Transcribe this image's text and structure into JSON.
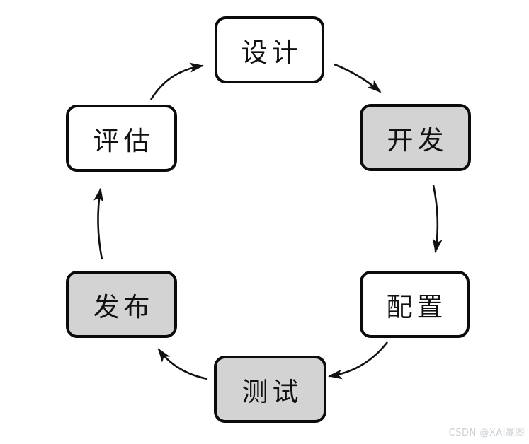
{
  "diagram": {
    "type": "cycle-flowchart",
    "nodes": [
      {
        "id": "design",
        "label": "设计",
        "fill": "#ffffff"
      },
      {
        "id": "develop",
        "label": "开发",
        "fill": "#d3d3d3"
      },
      {
        "id": "configure",
        "label": "配置",
        "fill": "#ffffff"
      },
      {
        "id": "test",
        "label": "测试",
        "fill": "#d3d3d3"
      },
      {
        "id": "release",
        "label": "发布",
        "fill": "#d3d3d3"
      },
      {
        "id": "evaluate",
        "label": "评估",
        "fill": "#ffffff"
      }
    ],
    "edges": [
      {
        "from": "design",
        "to": "develop"
      },
      {
        "from": "develop",
        "to": "configure"
      },
      {
        "from": "configure",
        "to": "test"
      },
      {
        "from": "test",
        "to": "release"
      },
      {
        "from": "release",
        "to": "evaluate"
      },
      {
        "from": "evaluate",
        "to": "design"
      }
    ],
    "colors": {
      "node_border": "#0b0b0b",
      "node_gray_fill": "#d3d3d3",
      "node_white_fill": "#ffffff",
      "arrow": "#111111",
      "text": "#111111"
    }
  },
  "watermark": {
    "text": "CSDN @XAI赢图",
    "color": "#cbd1d6"
  }
}
